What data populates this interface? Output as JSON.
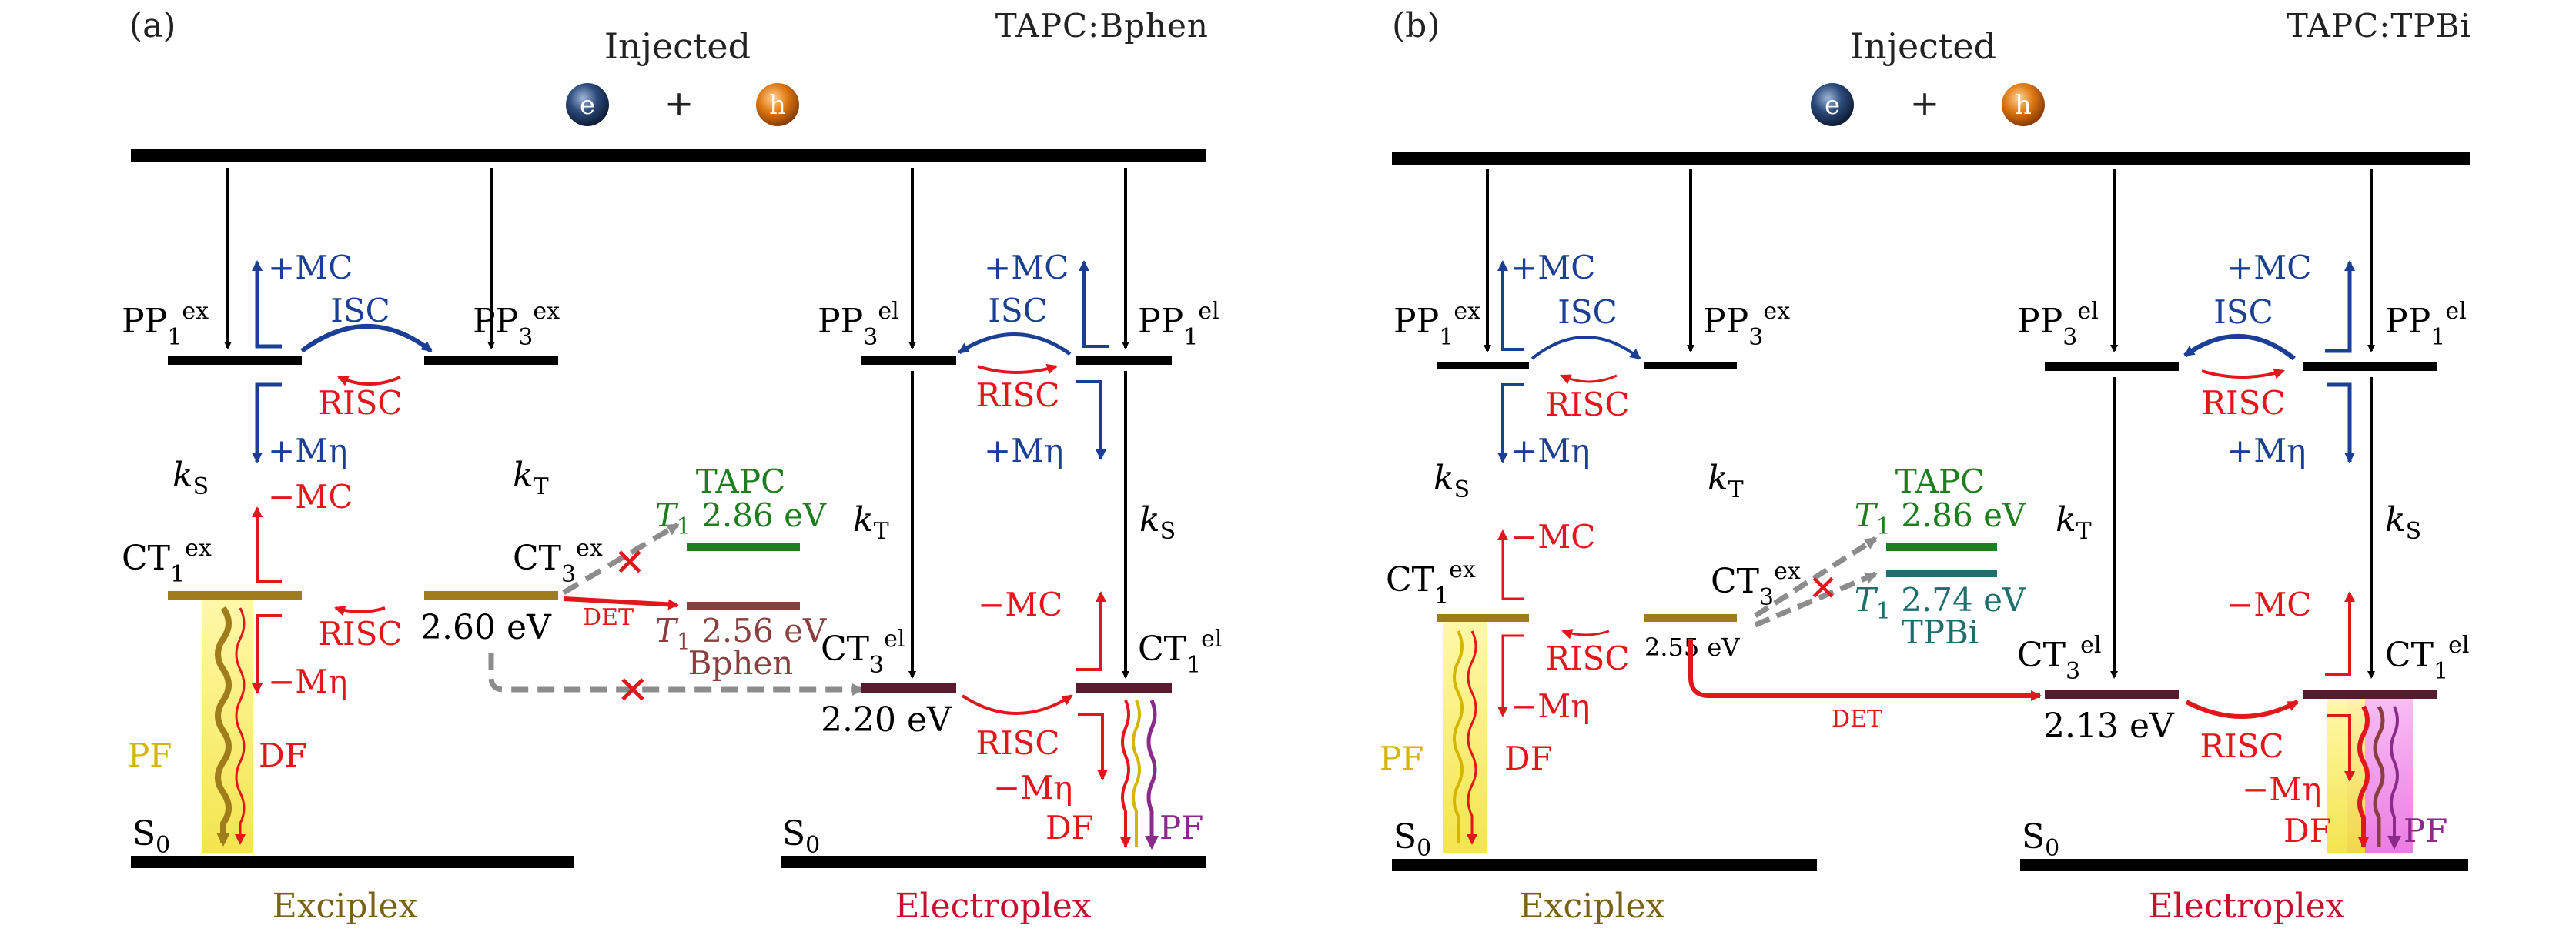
{
  "panel_a": {
    "label": "(a)",
    "system": "TAPC:Bphen",
    "injected": "Injected",
    "electron": "e",
    "hole": "h",
    "plus": "+",
    "pp1_ex": "PP",
    "pp3_ex": "PP",
    "pp3_el": "PP",
    "pp1_el": "PP",
    "mc_pos": "+MC",
    "isc": "ISC",
    "risc": "RISC",
    "meta_pos": "+Mη",
    "meta_neg": "−Mη",
    "mc_neg": "−MC",
    "ks": "k",
    "kt": "k",
    "ct1_ex": "CT",
    "ct3_ex": "CT",
    "ct3_el": "CT",
    "ct1_el": "CT",
    "ct3_ex_energy": "2.60 eV",
    "ct3_el_energy": "2.20 eV",
    "tapc_name": "TAPC",
    "tapc_t1": "2.86 eV",
    "acceptor_t1": "2.56 eV",
    "acceptor_name": "Bphen",
    "det": "DET",
    "pf": "PF",
    "df": "DF",
    "s0": "S",
    "exciplex": "Exciplex",
    "electroplex": "Electroplex"
  },
  "panel_b": {
    "label": "(b)",
    "system": "TAPC:TPBi",
    "injected": "Injected",
    "electron": "e",
    "hole": "h",
    "plus": "+",
    "pp1_ex": "PP",
    "pp3_ex": "PP",
    "pp3_el": "PP",
    "pp1_el": "PP",
    "mc_pos": "+MC",
    "isc": "ISC",
    "risc": "RISC",
    "meta_pos": "+Mη",
    "meta_neg": "−Mη",
    "mc_neg": "−MC",
    "ks": "k",
    "kt": "k",
    "ct1_ex": "CT",
    "ct3_ex": "CT",
    "ct3_el": "CT",
    "ct1_el": "CT",
    "ct3_ex_energy": "2.55 eV",
    "ct3_el_energy": "2.13 eV",
    "tapc_name": "TAPC",
    "tapc_t1": "2.86 eV",
    "acceptor_t1": "2.74 eV",
    "acceptor_name": "TPBi",
    "det": "DET",
    "pf": "PF",
    "df": "DF",
    "s0": "S",
    "exciplex": "Exciplex",
    "electroplex": "Electroplex"
  },
  "colors": {
    "blue": "#1a3f95",
    "red": "#e3161b",
    "gold": "#a07d1c",
    "green": "#1e7d1e",
    "teal": "#1f6e6e",
    "maroon": "#5a1a2e",
    "grey": "#8c8c8c"
  }
}
